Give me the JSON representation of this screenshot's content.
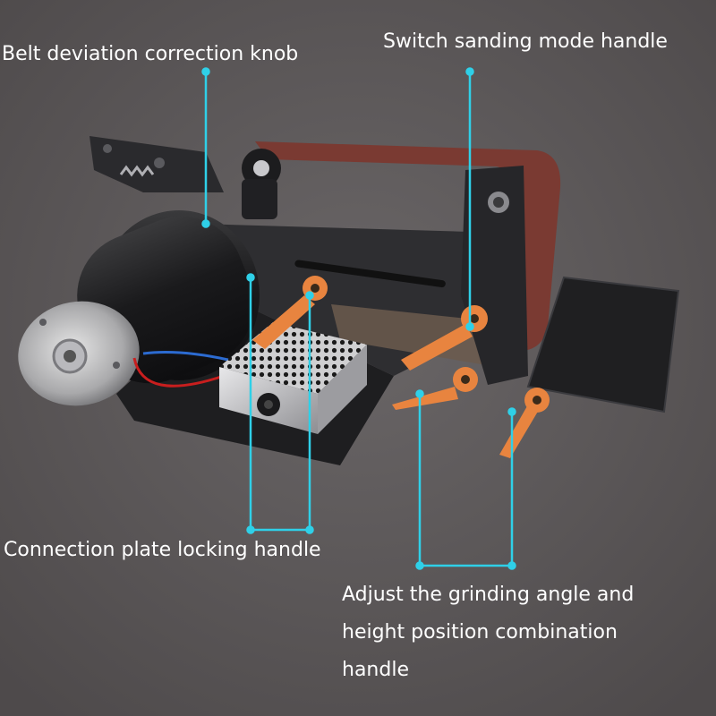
{
  "colors": {
    "background": "#5a5657",
    "callout": "#2fd0e8",
    "handle": "#e8843f",
    "belt": "#7a3a32",
    "metal": "#2a2a2c",
    "motor": "#1c1c1e"
  },
  "labels": {
    "knob": "Belt deviation correction knob",
    "mode": "Switch sanding mode handle",
    "plate": "Connection plate locking handle",
    "adjust_1": "Adjust the grinding angle and",
    "adjust_2": "height position combination",
    "adjust_3": "handle"
  }
}
